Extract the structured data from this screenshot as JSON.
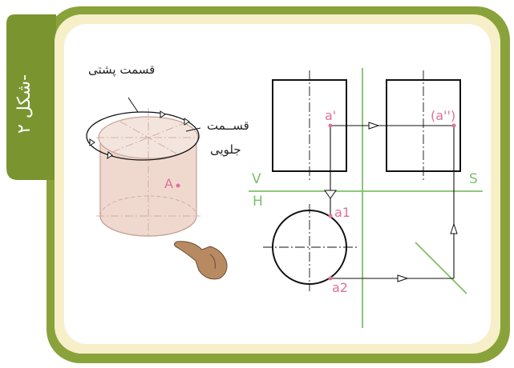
{
  "figure_title": "شکل ۲-",
  "labels": {
    "back_part": "قسمت پشتی",
    "front_part_1": "قســمت",
    "front_part_2": "جلویی",
    "point_a": "A",
    "a_prime": "a'",
    "a_double_prime": "(a'')",
    "a1": "a1",
    "a2": "a2",
    "plane_v": "V",
    "plane_h": "H",
    "plane_s": "S"
  },
  "colors": {
    "frame_green": "#8aa23a",
    "frame_dark": "#6b7f2a",
    "inner_card": "#ffffff",
    "cylinder_fill": "#efd9cf",
    "cylinder_stroke": "#c9a296",
    "point_pink": "#e0709a",
    "axis_green": "#7fc06a",
    "line_black": "#111111"
  }
}
